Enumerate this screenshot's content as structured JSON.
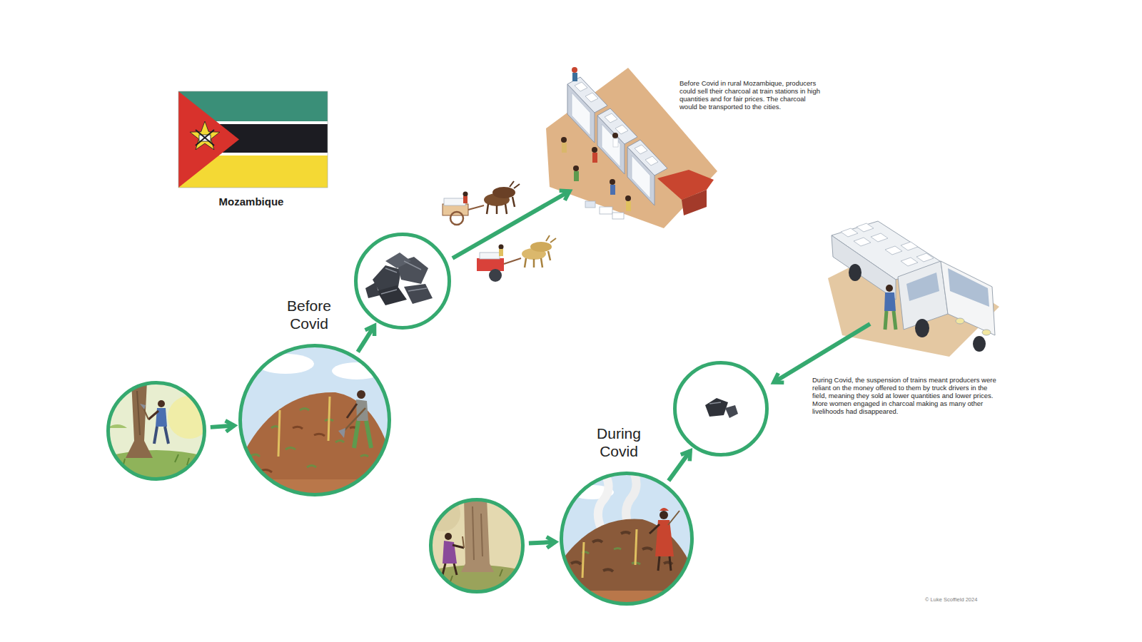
{
  "diagram": {
    "nodes": [
      {
        "text": []
      },
      {
        "text": [
          "Before Covid"
        ]
      },
      {
        "text": []
      },
      {
        "text": []
      },
      {
        "text": [
          "During Covid"
        ]
      },
      {
        "text": []
      }
    ],
    "edges": [
      {
        "from": 0,
        "to": 1,
        "arrow": "to"
      },
      {
        "from": 1,
        "to": 2,
        "arrow": "to"
      },
      {
        "from": 3,
        "to": 4,
        "arrow": "to"
      },
      {
        "from": 4,
        "to": 5,
        "arrow": "to"
      }
    ],
    "labels": [
      "Mozambique",
      "Before Covid in rural Mozambique, producers could sell their charcoal at train stations in high quantities and for fair prices. The charcoal would be transported to the cities.",
      "During Covid, the suspension of trains meant producers were reliant on the money offered to them by truck drivers in the field, meaning they sold at lower quantities and lower prices. More women engaged in charcoal making as many other livelihoods had disappeared.",
      "© Luke Scoffield 2024"
    ]
  }
}
